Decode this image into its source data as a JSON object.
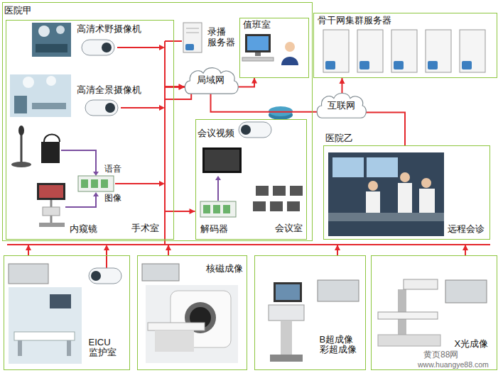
{
  "diagram": {
    "nodes": [
      {
        "text": [
          "医院甲"
        ]
      },
      {
        "text": [
          "手术室"
        ],
        "in": 0
      },
      {
        "text": [
          "局域网"
        ],
        "in": 0
      },
      {
        "text": [
          "值班室"
        ],
        "in": 0
      },
      {
        "text": [
          "会议室"
        ],
        "in": 0
      },
      {
        "text": [
          "骨干网集群服务器"
        ]
      },
      {
        "text": [
          "互联网"
        ]
      },
      {
        "text": [
          "医院乙",
          "远程会诊"
        ]
      },
      {
        "text": [
          "EICU 监护室"
        ]
      },
      {
        "text": [
          "核磁成像"
        ]
      },
      {
        "text": [
          "B超成像 彩超成像"
        ]
      },
      {
        "text": [
          "X光成像"
        ]
      }
    ],
    "edges": [
      {
        "from": 8,
        "to": 2,
        "arrow": "to"
      },
      {
        "from": 9,
        "to": 2,
        "arrow": "to"
      },
      {
        "from": 10,
        "to": 2,
        "arrow": "to"
      },
      {
        "from": 11,
        "to": 2,
        "arrow": "to"
      },
      {
        "from": 1,
        "to": 2,
        "arrow": "to"
      },
      {
        "from": 2,
        "to": 4,
        "arrow": "to"
      },
      {
        "from": 2,
        "to": 3,
        "arrow": "to"
      },
      {
        "from": 2,
        "to": 6,
        "arrow": "none"
      },
      {
        "from": 6,
        "to": 5,
        "arrow": "to"
      },
      {
        "from": 6,
        "to": 7,
        "arrow": "none"
      }
    ],
    "labels": [
      "高清术野摄像机",
      "高清全景摄像机",
      "语音",
      "图像",
      "内窥镜",
      "录播 服务器",
      "会议视频",
      "解码器",
      "黄页88网",
      "www.huangye88.com"
    ]
  }
}
